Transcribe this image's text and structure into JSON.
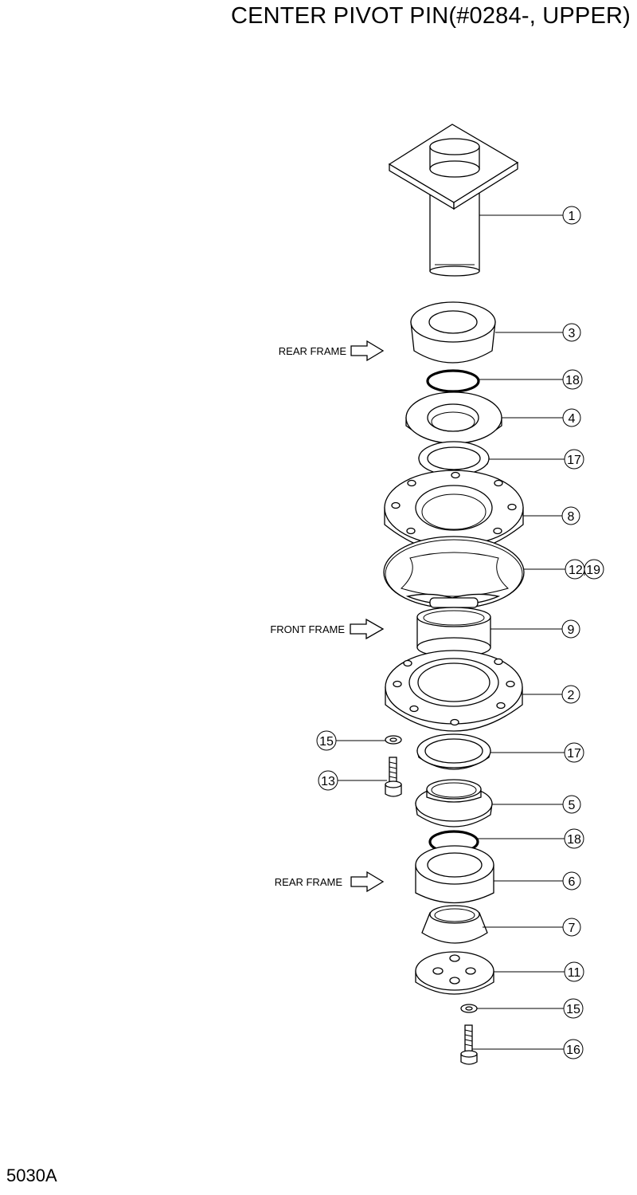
{
  "title": "CENTER PIVOT PIN(#0284-, UPPER)",
  "drawing_code": "5030A",
  "frame_labels": {
    "rear_top": "REAR FRAME",
    "front": "FRONT FRAME",
    "rear_bottom": "REAR FRAME"
  },
  "callouts": {
    "c1": "1",
    "c3": "3",
    "c18a": "18",
    "c4": "4",
    "c17a": "17",
    "c8": "8",
    "c12_19": "12,19",
    "c9": "9",
    "c2": "2",
    "c15a": "15",
    "c17b": "17",
    "c13": "13",
    "c5": "5",
    "c18b": "18",
    "c6": "6",
    "c7": "7",
    "c11": "11",
    "c15b": "15",
    "c16": "16"
  }
}
